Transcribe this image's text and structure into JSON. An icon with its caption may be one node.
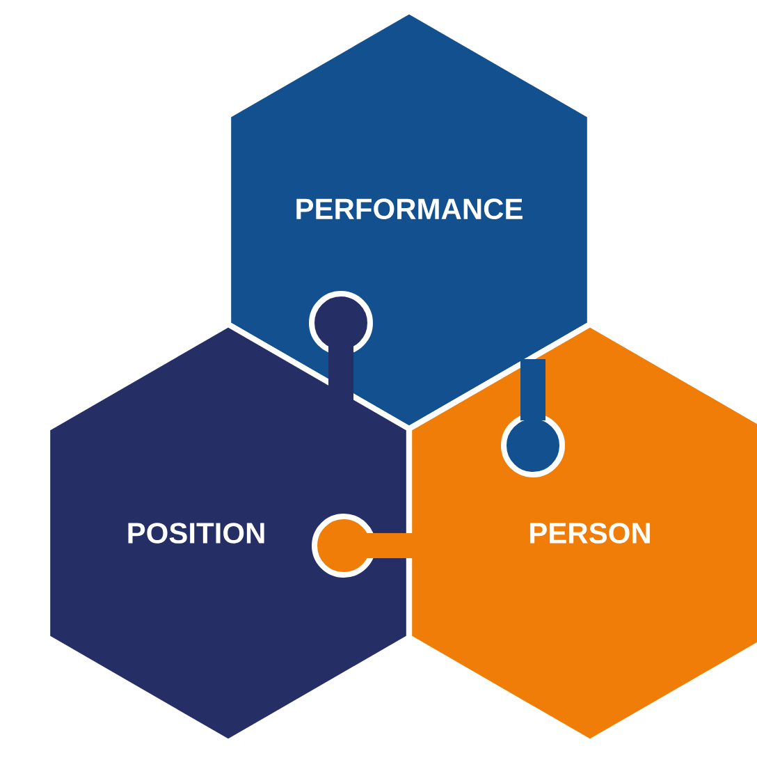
{
  "diagram": {
    "nodes": [
      {
        "text": [
          "PERFORMANCE"
        ]
      },
      {
        "text": [
          "POSITION"
        ]
      },
      {
        "text": [
          "PERSON"
        ]
      }
    ]
  }
}
